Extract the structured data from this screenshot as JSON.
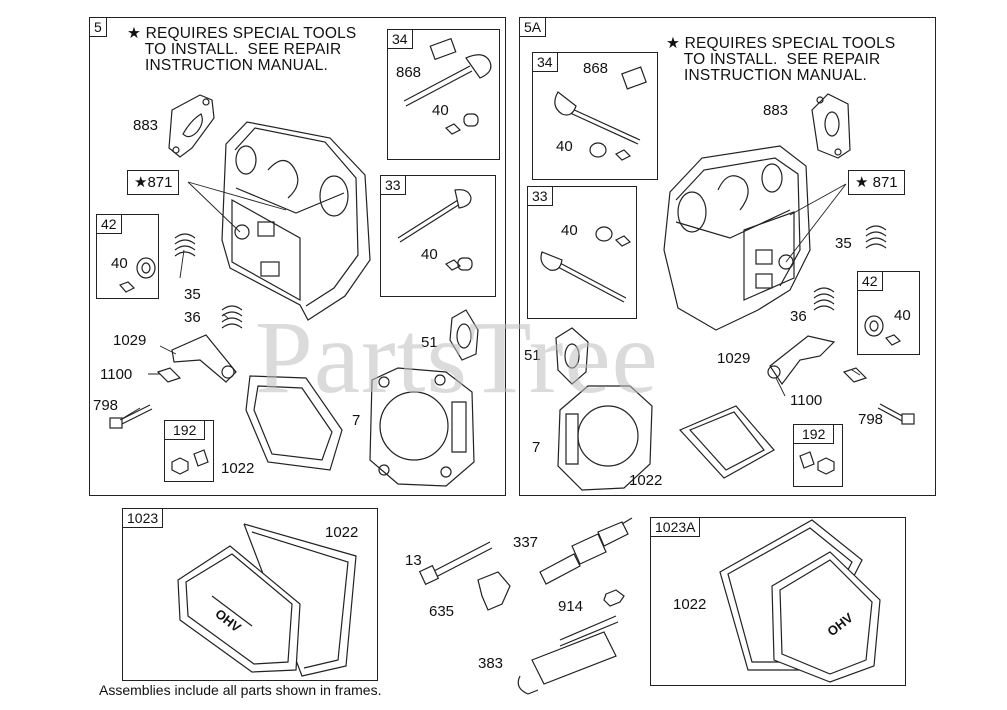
{
  "watermark": "PartsTree",
  "footer": "Assemblies include all parts shown in frames.",
  "frames": {
    "f5": "5",
    "f5a": "5A",
    "f34a": "34",
    "f33a": "33",
    "f42a": "42",
    "f192a": "192",
    "f34b": "34",
    "f33b": "33",
    "f42b": "42",
    "f192b": "192",
    "f1023": "1023",
    "f1023a": "1023A"
  },
  "notes": {
    "left": "★ REQUIRES SPECIAL TOOLS\n    TO INSTALL.  SEE REPAIR\n    INSTRUCTION MANUAL.",
    "right": "★ REQUIRES SPECIAL TOOLS\n    TO INSTALL.  SEE REPAIR\n    INSTRUCTION MANUAL."
  },
  "labels": {
    "l883": "883",
    "l871": "★871",
    "l868": "868",
    "l40a": "40",
    "l40b": "40",
    "l40c": "40",
    "l35": "35",
    "l36": "36",
    "l1029": "1029",
    "l1100": "1100",
    "l798": "798",
    "l1022": "1022",
    "l51": "51",
    "l7": "7",
    "r883": "883",
    "r871": "★ 871",
    "r868": "868",
    "r40a": "40",
    "r40b": "40",
    "r40c": "40",
    "r35": "35",
    "r36": "36",
    "r1029": "1029",
    "r1100": "1100",
    "r798": "798",
    "r1022": "1022",
    "r51": "51",
    "r7": "7",
    "b1022a": "1022",
    "b13": "13",
    "b337": "337",
    "b635": "635",
    "b914": "914",
    "b383": "383",
    "b1022b": "1022"
  },
  "covers": {
    "text": "OHV"
  }
}
